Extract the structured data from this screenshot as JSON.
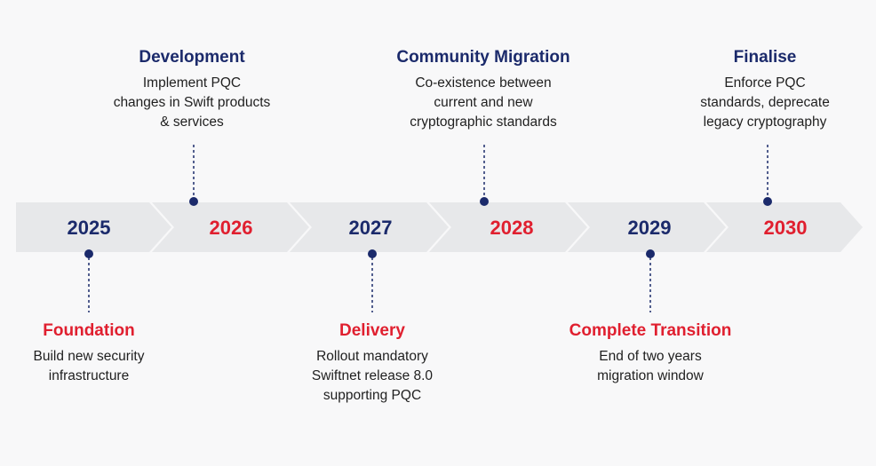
{
  "colors": {
    "navy": "#1b2a6b",
    "red": "#e01f2f",
    "band": "#e7e8ea",
    "dot": "#1b2a6b"
  },
  "years": [
    {
      "label": "2025",
      "color": "navy"
    },
    {
      "label": "2026",
      "color": "red"
    },
    {
      "label": "2027",
      "color": "navy"
    },
    {
      "label": "2028",
      "color": "red"
    },
    {
      "label": "2029",
      "color": "navy"
    },
    {
      "label": "2030",
      "color": "red"
    }
  ],
  "stages": {
    "development": {
      "title": "Development",
      "description": "Implement PQC\nchanges in Swift products\n& services"
    },
    "community_migration": {
      "title": "Community Migration",
      "description": "Co-existence between\ncurrent and new\ncryptographic standards"
    },
    "finalise": {
      "title": "Finalise",
      "description": "Enforce PQC\nstandards, deprecate\nlegacy cryptography"
    },
    "foundation": {
      "title": "Foundation",
      "description": "Build new security\ninfrastructure"
    },
    "delivery": {
      "title": "Delivery",
      "description": "Rollout mandatory\nSwiftnet release 8.0\nsupporting PQC"
    },
    "complete_transition": {
      "title": "Complete Transition",
      "description": "End of two years\nmigration window"
    }
  }
}
